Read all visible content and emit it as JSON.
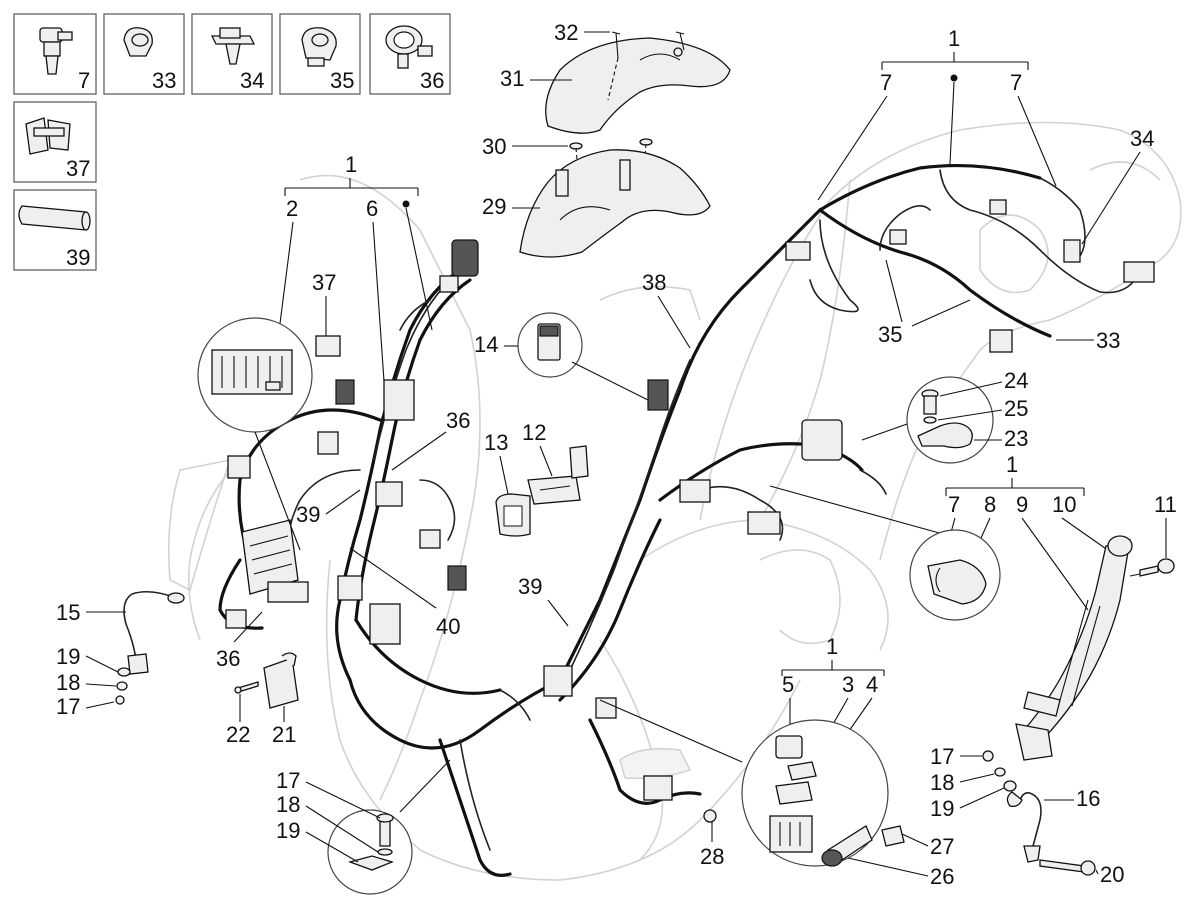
{
  "thumbnails": [
    {
      "id": "thumb-7",
      "label": "7",
      "icon": "hose-clip-icon"
    },
    {
      "id": "thumb-33",
      "label": "33",
      "icon": "cable-clamp-icon"
    },
    {
      "id": "thumb-34",
      "label": "34",
      "icon": "push-clip-icon"
    },
    {
      "id": "thumb-35",
      "label": "35",
      "icon": "grommet-clip-icon"
    },
    {
      "id": "thumb-36",
      "label": "36",
      "icon": "ring-clip-icon"
    },
    {
      "id": "thumb-37",
      "label": "37",
      "icon": "double-clip-icon"
    },
    {
      "id": "thumb-39",
      "label": "39",
      "icon": "sleeve-tube-icon"
    }
  ],
  "groups": [
    {
      "id": "g1",
      "label": "1",
      "children": [
        "2",
        "6"
      ],
      "has_dot": true
    },
    {
      "id": "g2",
      "label": "1",
      "children": [
        "7",
        "7"
      ],
      "has_dot": true
    },
    {
      "id": "g3",
      "label": "1",
      "children": [
        "7",
        "8",
        "9",
        "10"
      ],
      "has_dot": false
    },
    {
      "id": "g4",
      "label": "1",
      "children": [
        "5",
        "3",
        "4"
      ],
      "has_dot": false
    }
  ],
  "callouts": [
    "32",
    "31",
    "30",
    "29",
    "14",
    "12",
    "13",
    "37",
    "36",
    "39",
    "40",
    "38",
    "35",
    "33",
    "34",
    "24",
    "25",
    "23",
    "11",
    "15",
    "19",
    "18",
    "17",
    "22",
    "21",
    "39",
    "28",
    "27",
    "26",
    "20",
    "16"
  ],
  "colors": {
    "line": "#111111",
    "ghost": "#cfcfcf",
    "fill": "#efefef"
  }
}
